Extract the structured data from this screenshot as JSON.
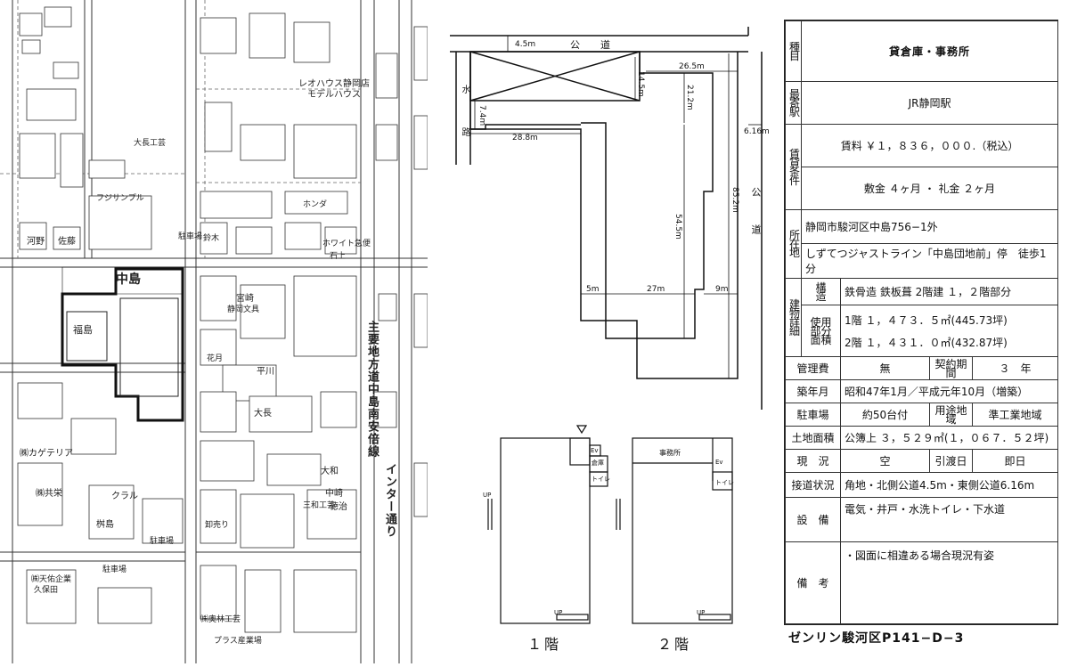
{
  "map": {
    "labels": {
      "nakajima": "中島",
      "fukushima": "福島",
      "leohouse": "レオハウス静岡店",
      "modelhouse": "モデルハウス",
      "road_main": "主要地方道中島南安倍線",
      "interchange_road": "インター通り",
      "kawano": "河野",
      "sasaki": "佐藤",
      "ohashi": "大長工芸",
      "oshino": "大長",
      "miyahara": "宮崎",
      "kagetsu": "花月",
      "fujisanpuru": "フジサンプル",
      "honda": "ホンダ",
      "hiragawa": "平川",
      "kuraru": "クラル",
      "kyoei": "㈱共栄",
      "kagetaria": "㈱カゲテリア",
      "chushajo1": "駐車場",
      "chushajo2": "駐車場",
      "chushajo3": "駐車場",
      "masujima": "桝島",
      "tenten": "㈱天佑企業",
      "kubota": "久保田",
      "pure": "プラス産業場",
      "okumura": "㈱奥林工芸",
      "sanwa": "三和工芸",
      "nakashi": "中崎",
      "daiwa": "大和",
      "tokuji": "徳治",
      "kanmoku": "鈴木",
      "wholesale": "卸売り",
      "seiko": "静岡文具",
      "white": "ホワイト急便",
      "ishikami": "石上"
    }
  },
  "plan": {
    "road_top": "公　道",
    "road_right": "公　道",
    "waterway": "水　路",
    "dims": {
      "d_4_5": "4.5m",
      "d_14_5": "14.5m",
      "d_26_5": "26.5m",
      "d_21_2": "21.2m",
      "d_7_4": "7.4m",
      "d_28_8": "28.8m",
      "d_6_16": "6.16m",
      "d_54_5": "54.5m",
      "d_85_2": "85.2m",
      "d_5": "5m",
      "d_27": "27m",
      "d_9": "9m"
    },
    "floor1": {
      "label": "１階",
      "up": "UP",
      "up2": "UP",
      "room_wc": "トイレ",
      "room_ev": "Ev",
      "room_stock": "倉庫"
    },
    "floor2": {
      "label": "２階",
      "office": "事務所",
      "room_wc": "トイレ",
      "room_ev": "Ev",
      "up": "UP"
    }
  },
  "info": {
    "type_label": "種目",
    "type_value": "貸倉庫・事務所",
    "station_label": "最寄駅",
    "station_value": "JR静岡駅",
    "lease_label": "賃貸条件",
    "rent_value": "賃料 ￥１，８３６，０００.（税込）",
    "deposit_value": "敷金 ４ヶ月 ・ 礼金 ２ヶ月",
    "location_label": "所在地",
    "address_value": "静岡市駿河区中島756−1外",
    "access_value": "しずてつジャストライン「中島団地前」停　徒歩1分",
    "building_label": "建物詳細",
    "structure_sublabel": "構　造",
    "structure_value": "鉄骨造 鉄板葺 2階建 １，２階部分",
    "area_sublabel": "使用部分面積",
    "floor1_area": "1階 １，４７３．５㎡(445.73坪)",
    "floor2_area": "2階 １，４３１．０㎡(432.87坪)",
    "mgmt_label": "管理費",
    "mgmt_value": "無",
    "term_label": "契約期間",
    "term_value": "３　年",
    "built_label": "築年月",
    "built_value": "昭和47年1月／平成元年10月（増築）",
    "parking_label": "駐車場",
    "parking_value": "約50台付",
    "zoning_label": "用途地域",
    "zoning_value": "準工業地域",
    "land_label": "土地面積",
    "land_value": "公簿上 ３，５２９㎡(１，０６７．５２坪)",
    "status_label": "現　況",
    "status_value": "空",
    "handover_label": "引渡日",
    "handover_value": "即日",
    "road_label": "接道状況",
    "road_value": "角地・北側公道4.5m・東側公道6.16m",
    "facility_label": "設　備",
    "facility_value": "電気・井戸・水洗トイレ・下水道",
    "remarks_label": "備　考",
    "remarks_value": "・図面に相違ある場合現況有姿"
  },
  "footer": {
    "map_ref": "ゼンリン駿河区P141−D−3"
  }
}
